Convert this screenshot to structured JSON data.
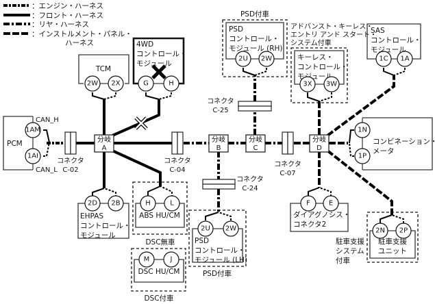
{
  "legend": [
    {
      "style": "engine",
      "label": "：エンジン・ハーネス"
    },
    {
      "style": "front",
      "label": "：フロント・ハーネス"
    },
    {
      "style": "rear",
      "label": "：リヤ・ハーネス"
    },
    {
      "style": "instrument",
      "label": "：インストルメント・パネル・",
      "label2": "ハーネス"
    }
  ],
  "modules": {
    "pcm": {
      "name": "PCM",
      "pins": [
        "1AM",
        "1AI"
      ],
      "can_h": "CAN_H",
      "can_l": "CAN_L"
    },
    "tcm": {
      "name": "TCM",
      "pins": [
        "2W",
        "2X"
      ]
    },
    "fourwd": {
      "lines": [
        "4WD",
        "コントロール・",
        "モジュール"
      ],
      "pins": [
        "G",
        "H"
      ]
    },
    "psd_rh": {
      "lines": [
        "PSD",
        "コントロール・",
        "モジュール (RH)"
      ],
      "pins": [
        "2U",
        "2W"
      ],
      "option": "PSD付車"
    },
    "keyless": {
      "lines": [
        "キーレス・",
        "コントロール・",
        "モジュール"
      ],
      "pins": [
        "3X",
        "3W"
      ],
      "option_lines": [
        "アドバンスト・キーレス・",
        "エントリ アンド スタート・",
        "システム付車"
      ]
    },
    "sas": {
      "lines": [
        "SAS",
        "コントロール・",
        "モジュール"
      ],
      "pins": [
        "1C",
        "1A"
      ]
    },
    "combi": {
      "lines": [
        "コンビネーション・",
        "メータ"
      ],
      "pins": [
        "1N",
        "1P"
      ]
    },
    "ehpas": {
      "lines": [
        "EHPAS",
        "コントロール・",
        "モジュール"
      ],
      "pins": [
        "2D",
        "2B"
      ]
    },
    "abs": {
      "name": "ABS HU/CM",
      "pins": [
        "H",
        "L"
      ],
      "option": "DSC無車"
    },
    "dsc": {
      "name": "DSC HU/CM",
      "pins": [
        "M",
        "J"
      ],
      "option": "DSC付車"
    },
    "psd_lh": {
      "lines": [
        "PSD",
        "コントロール・",
        "モジュール (LH)"
      ],
      "pins": [
        "2U",
        "2W"
      ],
      "option": "PSD付車"
    },
    "diag": {
      "lines": [
        "ダイアグノシス・",
        "コネクタ2"
      ],
      "pins": [
        "F",
        "E"
      ]
    },
    "park": {
      "lines": [
        "駐車支援",
        "ユニット"
      ],
      "pins": [
        "2N",
        "2P"
      ],
      "option_lines": [
        "駐車支援",
        "システム",
        "付車"
      ]
    }
  },
  "branches": [
    {
      "id": "A",
      "label": "分岐",
      "letter": "A"
    },
    {
      "id": "B",
      "label": "分岐",
      "letter": "B"
    },
    {
      "id": "C",
      "label": "分岐",
      "letter": "C"
    },
    {
      "id": "D",
      "label": "分岐",
      "letter": "D"
    }
  ],
  "connectors": [
    {
      "id": "C-02",
      "label": "コネクタ",
      "code": "C-02"
    },
    {
      "id": "C-04",
      "label": "コネクタ",
      "code": "C-04"
    },
    {
      "id": "C-07",
      "label": "コネクタ",
      "code": "C-07"
    },
    {
      "id": "C-24",
      "label": "コネクタ",
      "code": "C-24"
    },
    {
      "id": "C-25",
      "label": "コネクタ",
      "code": "C-25"
    }
  ]
}
